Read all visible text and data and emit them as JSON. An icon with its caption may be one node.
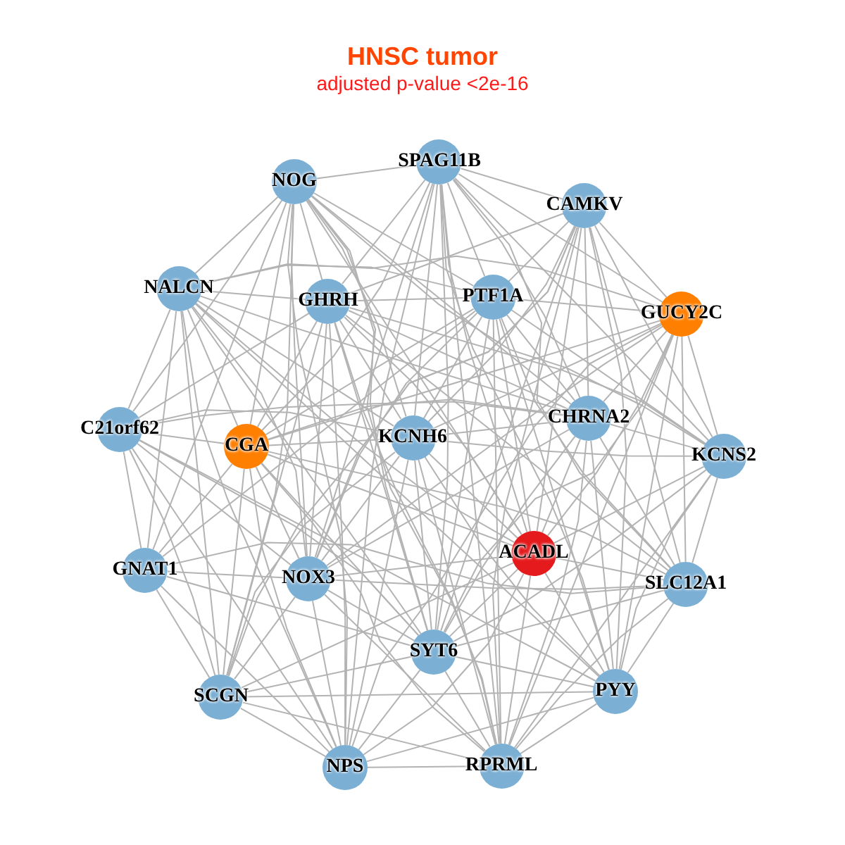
{
  "diagram": {
    "title": "HNSC tumor",
    "nodes": [
      {
        "text": [
          "NOG"
        ]
      },
      {
        "text": [
          "SPAG11B"
        ]
      },
      {
        "text": [
          "CAMKV"
        ]
      },
      {
        "text": [
          "NALCN"
        ]
      },
      {
        "text": [
          "GHRH"
        ]
      },
      {
        "text": [
          "PTF1A"
        ]
      },
      {
        "text": [
          "GUCY2C"
        ]
      },
      {
        "text": [
          "C21orf62"
        ]
      },
      {
        "text": [
          "CGA"
        ]
      },
      {
        "text": [
          "KCNH6"
        ]
      },
      {
        "text": [
          "CHRNA2"
        ]
      },
      {
        "text": [
          "KCNS2"
        ]
      },
      {
        "text": [
          "GNAT1"
        ]
      },
      {
        "text": [
          "NOX3"
        ]
      },
      {
        "text": [
          "ACADL"
        ]
      },
      {
        "text": [
          "SLC12A1"
        ]
      },
      {
        "text": [
          "SCGN"
        ]
      },
      {
        "text": [
          "SYT6"
        ]
      },
      {
        "text": [
          "PYY"
        ]
      },
      {
        "text": [
          "NPS"
        ]
      },
      {
        "text": [
          "RPRML"
        ]
      }
    ],
    "edges": [
      {
        "from": 0,
        "to": 1,
        "arrow": "none"
      },
      {
        "from": 0,
        "to": 3,
        "arrow": "none"
      },
      {
        "from": 0,
        "to": 4,
        "arrow": "none"
      },
      {
        "from": 0,
        "to": 5,
        "arrow": "none"
      },
      {
        "from": 0,
        "to": 7,
        "arrow": "none"
      },
      {
        "from": 0,
        "to": 8,
        "arrow": "none"
      },
      {
        "from": 0,
        "to": 9,
        "arrow": "none"
      },
      {
        "from": 0,
        "to": 10,
        "arrow": "none"
      },
      {
        "from": 0,
        "to": 11,
        "arrow": "none"
      },
      {
        "from": 0,
        "to": 12,
        "arrow": "none"
      },
      {
        "from": 0,
        "to": 13,
        "arrow": "none"
      },
      {
        "from": 0,
        "to": 14,
        "arrow": "none"
      },
      {
        "from": 0,
        "to": 16,
        "arrow": "none"
      },
      {
        "from": 0,
        "to": 17,
        "arrow": "none"
      },
      {
        "from": 0,
        "to": 19,
        "arrow": "none"
      },
      {
        "from": 0,
        "to": 20,
        "arrow": "none"
      },
      {
        "from": 1,
        "to": 2,
        "arrow": "none"
      },
      {
        "from": 1,
        "to": 4,
        "arrow": "none"
      },
      {
        "from": 1,
        "to": 5,
        "arrow": "none"
      },
      {
        "from": 1,
        "to": 6,
        "arrow": "none"
      },
      {
        "from": 1,
        "to": 8,
        "arrow": "none"
      },
      {
        "from": 1,
        "to": 9,
        "arrow": "none"
      },
      {
        "from": 1,
        "to": 10,
        "arrow": "none"
      },
      {
        "from": 1,
        "to": 11,
        "arrow": "none"
      },
      {
        "from": 1,
        "to": 13,
        "arrow": "none"
      },
      {
        "from": 1,
        "to": 14,
        "arrow": "none"
      },
      {
        "from": 1,
        "to": 15,
        "arrow": "none"
      },
      {
        "from": 1,
        "to": 17,
        "arrow": "none"
      },
      {
        "from": 1,
        "to": 18,
        "arrow": "none"
      },
      {
        "from": 1,
        "to": 19,
        "arrow": "none"
      },
      {
        "from": 1,
        "to": 20,
        "arrow": "none"
      },
      {
        "from": 2,
        "to": 4,
        "arrow": "none"
      },
      {
        "from": 2,
        "to": 5,
        "arrow": "none"
      },
      {
        "from": 2,
        "to": 6,
        "arrow": "none"
      },
      {
        "from": 2,
        "to": 9,
        "arrow": "none"
      },
      {
        "from": 2,
        "to": 10,
        "arrow": "none"
      },
      {
        "from": 2,
        "to": 11,
        "arrow": "none"
      },
      {
        "from": 2,
        "to": 13,
        "arrow": "none"
      },
      {
        "from": 2,
        "to": 14,
        "arrow": "none"
      },
      {
        "from": 2,
        "to": 15,
        "arrow": "none"
      },
      {
        "from": 2,
        "to": 16,
        "arrow": "none"
      },
      {
        "from": 2,
        "to": 17,
        "arrow": "none"
      },
      {
        "from": 2,
        "to": 18,
        "arrow": "none"
      },
      {
        "from": 2,
        "to": 20,
        "arrow": "none"
      },
      {
        "from": 3,
        "to": 4,
        "arrow": "none"
      },
      {
        "from": 3,
        "to": 5,
        "arrow": "none"
      },
      {
        "from": 3,
        "to": 6,
        "arrow": "none"
      },
      {
        "from": 3,
        "to": 7,
        "arrow": "none"
      },
      {
        "from": 3,
        "to": 8,
        "arrow": "none"
      },
      {
        "from": 3,
        "to": 9,
        "arrow": "none"
      },
      {
        "from": 3,
        "to": 10,
        "arrow": "none"
      },
      {
        "from": 3,
        "to": 12,
        "arrow": "none"
      },
      {
        "from": 3,
        "to": 13,
        "arrow": "none"
      },
      {
        "from": 3,
        "to": 14,
        "arrow": "none"
      },
      {
        "from": 3,
        "to": 16,
        "arrow": "none"
      },
      {
        "from": 3,
        "to": 17,
        "arrow": "none"
      },
      {
        "from": 3,
        "to": 18,
        "arrow": "none"
      },
      {
        "from": 3,
        "to": 19,
        "arrow": "none"
      },
      {
        "from": 4,
        "to": 5,
        "arrow": "none"
      },
      {
        "from": 4,
        "to": 7,
        "arrow": "none"
      },
      {
        "from": 4,
        "to": 8,
        "arrow": "none"
      },
      {
        "from": 4,
        "to": 9,
        "arrow": "none"
      },
      {
        "from": 4,
        "to": 10,
        "arrow": "none"
      },
      {
        "from": 4,
        "to": 11,
        "arrow": "none"
      },
      {
        "from": 4,
        "to": 13,
        "arrow": "none"
      },
      {
        "from": 4,
        "to": 14,
        "arrow": "none"
      },
      {
        "from": 4,
        "to": 15,
        "arrow": "none"
      },
      {
        "from": 4,
        "to": 16,
        "arrow": "none"
      },
      {
        "from": 4,
        "to": 17,
        "arrow": "none"
      },
      {
        "from": 4,
        "to": 19,
        "arrow": "none"
      },
      {
        "from": 4,
        "to": 20,
        "arrow": "none"
      },
      {
        "from": 5,
        "to": 6,
        "arrow": "none"
      },
      {
        "from": 5,
        "to": 8,
        "arrow": "none"
      },
      {
        "from": 5,
        "to": 9,
        "arrow": "none"
      },
      {
        "from": 5,
        "to": 10,
        "arrow": "none"
      },
      {
        "from": 5,
        "to": 11,
        "arrow": "none"
      },
      {
        "from": 5,
        "to": 12,
        "arrow": "none"
      },
      {
        "from": 5,
        "to": 13,
        "arrow": "none"
      },
      {
        "from": 5,
        "to": 14,
        "arrow": "none"
      },
      {
        "from": 5,
        "to": 15,
        "arrow": "none"
      },
      {
        "from": 5,
        "to": 17,
        "arrow": "none"
      },
      {
        "from": 5,
        "to": 18,
        "arrow": "none"
      },
      {
        "from": 5,
        "to": 20,
        "arrow": "none"
      },
      {
        "from": 6,
        "to": 8,
        "arrow": "none"
      },
      {
        "from": 6,
        "to": 9,
        "arrow": "none"
      },
      {
        "from": 6,
        "to": 10,
        "arrow": "none"
      },
      {
        "from": 6,
        "to": 11,
        "arrow": "none"
      },
      {
        "from": 6,
        "to": 13,
        "arrow": "none"
      },
      {
        "from": 6,
        "to": 14,
        "arrow": "none"
      },
      {
        "from": 6,
        "to": 15,
        "arrow": "none"
      },
      {
        "from": 6,
        "to": 17,
        "arrow": "none"
      },
      {
        "from": 6,
        "to": 18,
        "arrow": "none"
      },
      {
        "from": 6,
        "to": 19,
        "arrow": "none"
      },
      {
        "from": 6,
        "to": 20,
        "arrow": "none"
      },
      {
        "from": 7,
        "to": 8,
        "arrow": "none"
      },
      {
        "from": 7,
        "to": 9,
        "arrow": "none"
      },
      {
        "from": 7,
        "to": 10,
        "arrow": "none"
      },
      {
        "from": 7,
        "to": 12,
        "arrow": "none"
      },
      {
        "from": 7,
        "to": 13,
        "arrow": "none"
      },
      {
        "from": 7,
        "to": 16,
        "arrow": "none"
      },
      {
        "from": 7,
        "to": 17,
        "arrow": "none"
      },
      {
        "from": 7,
        "to": 18,
        "arrow": "none"
      },
      {
        "from": 7,
        "to": 19,
        "arrow": "none"
      },
      {
        "from": 8,
        "to": 9,
        "arrow": "none"
      },
      {
        "from": 8,
        "to": 10,
        "arrow": "none"
      },
      {
        "from": 8,
        "to": 12,
        "arrow": "none"
      },
      {
        "from": 8,
        "to": 13,
        "arrow": "none"
      },
      {
        "from": 8,
        "to": 14,
        "arrow": "none"
      },
      {
        "from": 8,
        "to": 15,
        "arrow": "none"
      },
      {
        "from": 8,
        "to": 16,
        "arrow": "none"
      },
      {
        "from": 8,
        "to": 17,
        "arrow": "none"
      },
      {
        "from": 8,
        "to": 19,
        "arrow": "none"
      },
      {
        "from": 8,
        "to": 20,
        "arrow": "none"
      },
      {
        "from": 9,
        "to": 10,
        "arrow": "none"
      },
      {
        "from": 9,
        "to": 11,
        "arrow": "none"
      },
      {
        "from": 9,
        "to": 13,
        "arrow": "none"
      },
      {
        "from": 9,
        "to": 14,
        "arrow": "none"
      },
      {
        "from": 9,
        "to": 16,
        "arrow": "none"
      },
      {
        "from": 9,
        "to": 17,
        "arrow": "none"
      },
      {
        "from": 9,
        "to": 18,
        "arrow": "none"
      },
      {
        "from": 9,
        "to": 19,
        "arrow": "none"
      },
      {
        "from": 9,
        "to": 20,
        "arrow": "none"
      },
      {
        "from": 10,
        "to": 11,
        "arrow": "none"
      },
      {
        "from": 10,
        "to": 13,
        "arrow": "none"
      },
      {
        "from": 10,
        "to": 14,
        "arrow": "none"
      },
      {
        "from": 10,
        "to": 15,
        "arrow": "none"
      },
      {
        "from": 10,
        "to": 17,
        "arrow": "none"
      },
      {
        "from": 10,
        "to": 18,
        "arrow": "none"
      },
      {
        "from": 10,
        "to": 20,
        "arrow": "none"
      },
      {
        "from": 11,
        "to": 14,
        "arrow": "none"
      },
      {
        "from": 11,
        "to": 15,
        "arrow": "none"
      },
      {
        "from": 11,
        "to": 17,
        "arrow": "none"
      },
      {
        "from": 11,
        "to": 18,
        "arrow": "none"
      },
      {
        "from": 11,
        "to": 20,
        "arrow": "none"
      },
      {
        "from": 12,
        "to": 13,
        "arrow": "none"
      },
      {
        "from": 12,
        "to": 15,
        "arrow": "none"
      },
      {
        "from": 12,
        "to": 16,
        "arrow": "none"
      },
      {
        "from": 12,
        "to": 17,
        "arrow": "none"
      },
      {
        "from": 12,
        "to": 19,
        "arrow": "none"
      },
      {
        "from": 13,
        "to": 14,
        "arrow": "none"
      },
      {
        "from": 13,
        "to": 15,
        "arrow": "none"
      },
      {
        "from": 13,
        "to": 16,
        "arrow": "none"
      },
      {
        "from": 13,
        "to": 17,
        "arrow": "none"
      },
      {
        "from": 13,
        "to": 19,
        "arrow": "none"
      },
      {
        "from": 13,
        "to": 20,
        "arrow": "none"
      },
      {
        "from": 14,
        "to": 15,
        "arrow": "none"
      },
      {
        "from": 14,
        "to": 16,
        "arrow": "none"
      },
      {
        "from": 14,
        "to": 17,
        "arrow": "none"
      },
      {
        "from": 14,
        "to": 18,
        "arrow": "none"
      },
      {
        "from": 14,
        "to": 19,
        "arrow": "none"
      },
      {
        "from": 14,
        "to": 20,
        "arrow": "none"
      },
      {
        "from": 15,
        "to": 17,
        "arrow": "none"
      },
      {
        "from": 15,
        "to": 18,
        "arrow": "none"
      },
      {
        "from": 15,
        "to": 20,
        "arrow": "none"
      },
      {
        "from": 16,
        "to": 17,
        "arrow": "none"
      },
      {
        "from": 16,
        "to": 18,
        "arrow": "none"
      },
      {
        "from": 16,
        "to": 19,
        "arrow": "none"
      },
      {
        "from": 16,
        "to": 20,
        "arrow": "none"
      },
      {
        "from": 17,
        "to": 18,
        "arrow": "none"
      },
      {
        "from": 17,
        "to": 19,
        "arrow": "none"
      },
      {
        "from": 17,
        "to": 20,
        "arrow": "none"
      },
      {
        "from": 18,
        "to": 19,
        "arrow": "none"
      },
      {
        "from": 18,
        "to": 20,
        "arrow": "none"
      },
      {
        "from": 19,
        "to": 20,
        "arrow": "none"
      }
    ],
    "labels": [
      "adjusted p-value <2e-16"
    ]
  }
}
